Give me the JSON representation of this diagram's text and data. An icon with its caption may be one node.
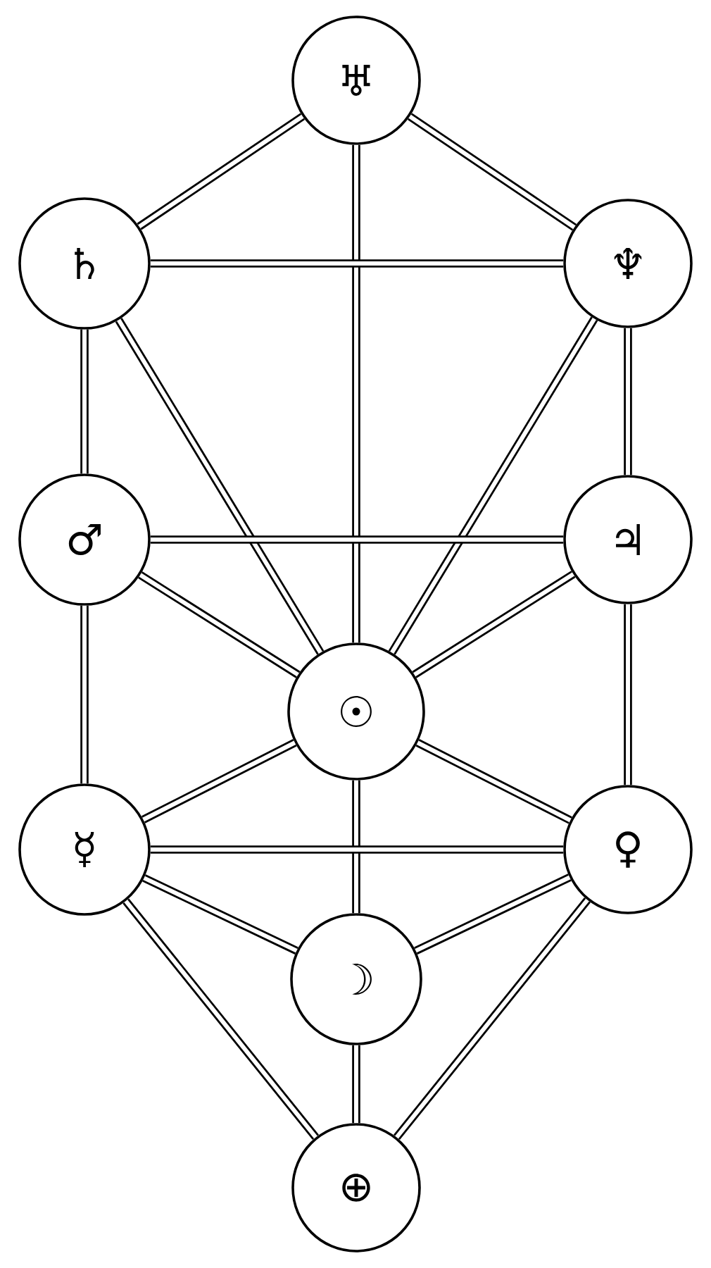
{
  "diagram": {
    "nodes": [
      {
        "text": [
          "♅"
        ]
      },
      {
        "text": [
          "♄"
        ]
      },
      {
        "text": [
          "♆"
        ]
      },
      {
        "text": [
          "♂"
        ]
      },
      {
        "text": [
          "♃"
        ]
      },
      {
        "text": [
          "☉"
        ]
      },
      {
        "text": [
          "☿"
        ]
      },
      {
        "text": [
          "♀"
        ]
      },
      {
        "text": [
          "☽"
        ]
      },
      {
        "text": [
          "⊕"
        ]
      }
    ],
    "edges": [
      {
        "from": 0,
        "to": 1,
        "arrow": "none"
      },
      {
        "from": 0,
        "to": 2,
        "arrow": "none"
      },
      {
        "from": 0,
        "to": 5,
        "arrow": "none"
      },
      {
        "from": 1,
        "to": 2,
        "arrow": "none"
      },
      {
        "from": 1,
        "to": 3,
        "arrow": "none"
      },
      {
        "from": 1,
        "to": 5,
        "arrow": "none"
      },
      {
        "from": 2,
        "to": 4,
        "arrow": "none"
      },
      {
        "from": 2,
        "to": 5,
        "arrow": "none"
      },
      {
        "from": 3,
        "to": 4,
        "arrow": "none"
      },
      {
        "from": 3,
        "to": 5,
        "arrow": "none"
      },
      {
        "from": 4,
        "to": 5,
        "arrow": "none"
      },
      {
        "from": 3,
        "to": 6,
        "arrow": "none"
      },
      {
        "from": 4,
        "to": 7,
        "arrow": "none"
      },
      {
        "from": 5,
        "to": 6,
        "arrow": "none"
      },
      {
        "from": 5,
        "to": 7,
        "arrow": "none"
      },
      {
        "from": 5,
        "to": 8,
        "arrow": "none"
      },
      {
        "from": 6,
        "to": 7,
        "arrow": "none"
      },
      {
        "from": 6,
        "to": 8,
        "arrow": "none"
      },
      {
        "from": 7,
        "to": 8,
        "arrow": "none"
      },
      {
        "from": 6,
        "to": 9,
        "arrow": "none"
      },
      {
        "from": 7,
        "to": 9,
        "arrow": "none"
      },
      {
        "from": 8,
        "to": 9,
        "arrow": "none"
      }
    ]
  }
}
